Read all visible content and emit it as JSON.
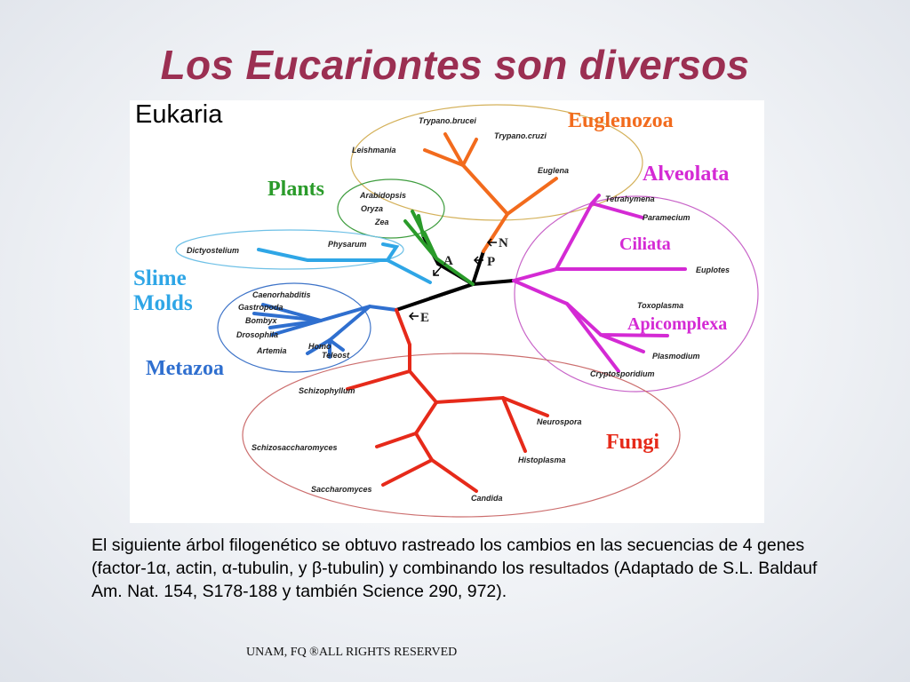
{
  "slide": {
    "title": "Los Eucariontes son diversos",
    "caption": "El siguiente árbol filogenético se obtuvo rastreado los cambios en las secuencias de 4 genes  (factor-1α, actin, α-tubulin, y β-tubulin) y combinando los resultados (Adaptado de S.L. Baldauf Am. Nat. 154, S178-188 y también Science 290, 972).",
    "footer": "UNAM, FQ ®ALL RIGHTS RESERVED"
  },
  "figure": {
    "domain_label": "Eukaria",
    "groups": {
      "euglenozoa": "Euglenozoa",
      "alveolata": "Alveolata",
      "ciliata": "Ciliata",
      "apicomplexa": "Apicomplexa",
      "plants": "Plants",
      "slime_molds_line1": "Slime",
      "slime_molds_line2": "Molds",
      "metazoa": "Metazoa",
      "fungi": "Fungi"
    },
    "leaves": {
      "trypano_brucei": "Trypano.brucei",
      "trypano_cruzi": "Trypano.cruzi",
      "leishmania": "Leishmania",
      "euglena": "Euglena",
      "tetrahymena": "Tetrahymena",
      "paramecium": "Paramecium",
      "euplotes": "Euplotes",
      "toxoplasma": "Toxoplasma",
      "plasmodium": "Plasmodium",
      "cryptosporidium": "Cryptosporidium",
      "arabidopsis": "Arabidopsis",
      "oryza": "Oryza",
      "zea": "Zea",
      "dictyostelium": "Dictyostelium",
      "physarum": "Physarum",
      "caenorhabditis": "Caenorhabditis",
      "gastropoda": "Gastropoda",
      "bombyx": "Bombyx",
      "drosophila": "Drosophila",
      "artemia": "Artemia",
      "homo": "Homo",
      "teleost": "Teleost",
      "schizophyllum": "Schizophyllum",
      "neurospora": "Neurospora",
      "schizosaccharomyces": "Schizosaccharomyces",
      "histoplasma": "Histoplasma",
      "saccharomyces": "Saccharomyces",
      "candida": "Candida"
    },
    "nodes": {
      "n": "N",
      "p": "P",
      "a": "A",
      "e": "E"
    },
    "colors": {
      "title": "#9b2f52",
      "euglenozoa": "#f26b1d",
      "alveolata": "#d42ad4",
      "plants": "#2a9b2a",
      "slime_molds": "#2fa6e6",
      "metazoa": "#2f6fcf",
      "fungi": "#e62a1a",
      "ellipse": "#cc6e6e",
      "trunk": "#000000"
    }
  }
}
